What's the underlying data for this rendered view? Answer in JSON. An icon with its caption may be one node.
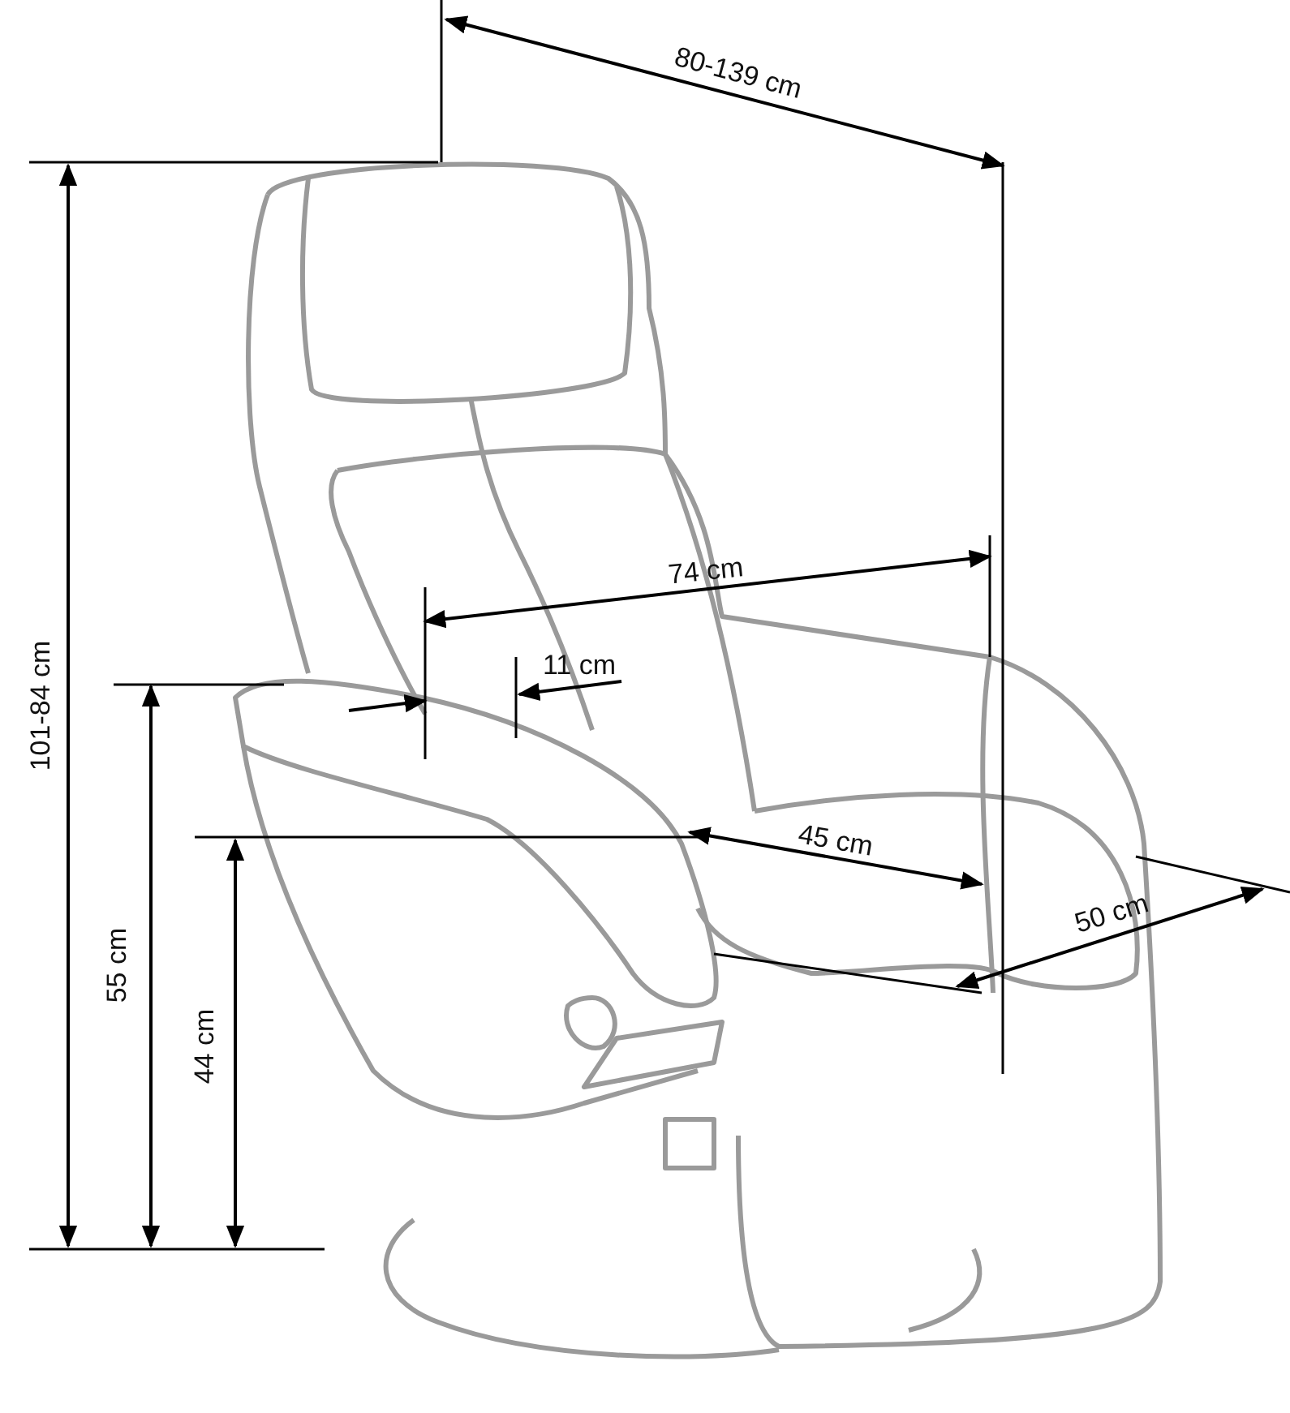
{
  "diagram": {
    "labels": [
      "80-139 cm",
      "74 cm",
      "11 cm",
      "45 cm",
      "50 cm",
      "101-84 cm",
      "55 cm",
      "44 cm"
    ]
  }
}
